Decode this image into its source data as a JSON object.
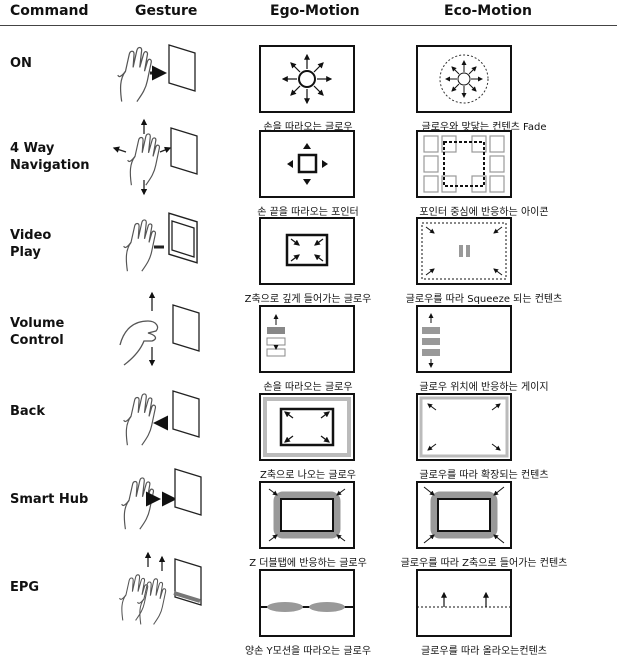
{
  "headers": {
    "command": "Command",
    "gesture": "Gesture",
    "ego": "Ego-Motion",
    "eco": "Eco-Motion"
  },
  "rows": [
    {
      "command": "ON",
      "ego_caption": "손을 따라오는 글로우",
      "eco_caption": "글로우와 맞닿는 컨텐츠 Fade"
    },
    {
      "command": "4 Way\nNavigation",
      "ego_caption": "손 끝을 따라오는 포인터",
      "eco_caption": "포인터 중심에 반응하는 아이콘"
    },
    {
      "command": "Video\nPlay",
      "ego_caption": "Z축으로 깊게 들어가는 글로우",
      "eco_caption": "글로우를 따라 Squeeze 되는 컨텐츠"
    },
    {
      "command": "Volume\nControl",
      "ego_caption": "손을 따라오는 글로우",
      "eco_caption": "글로우 위치에 반응하는 게이지"
    },
    {
      "command": "Back",
      "ego_caption": "Z축으로 나오는 글로우",
      "eco_caption": "글로우를 따라 확장되는 컨텐츠"
    },
    {
      "command": "Smart Hub",
      "ego_caption": "Z 더블탭에 반응하는 글로우",
      "eco_caption": "글로우를 따라 Z축으로 들어가는 컨텐츠"
    },
    {
      "command": "EPG",
      "ego_caption": "양손 Y모션을 따라오는 글로우",
      "eco_caption": "글로우를 따라 올라오는컨텐츠"
    }
  ]
}
